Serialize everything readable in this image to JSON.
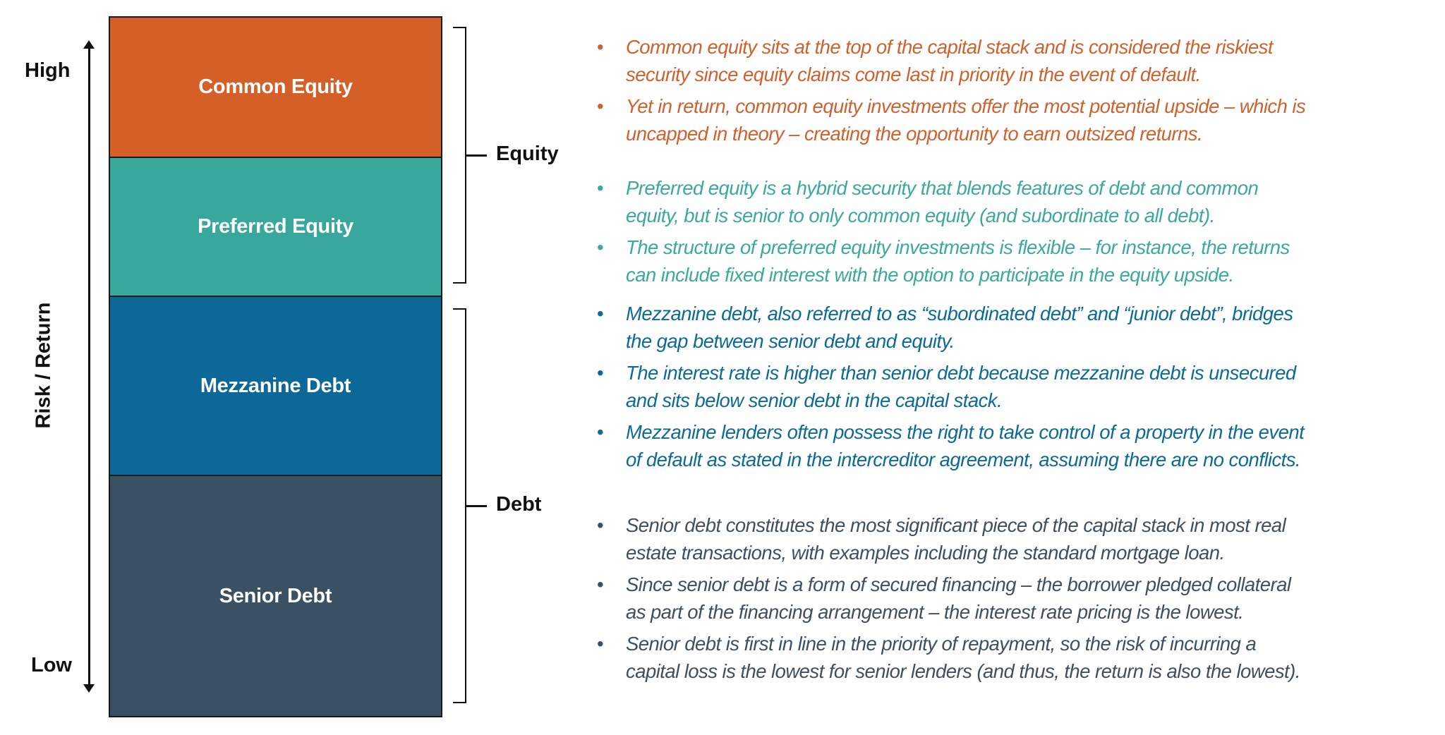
{
  "axis": {
    "title": "Risk / Return",
    "high_label": "High",
    "low_label": "Low"
  },
  "stack": {
    "layers": [
      {
        "label": "Common Equity",
        "color": "#D45F27"
      },
      {
        "label": "Preferred Equity",
        "color": "#38A89D"
      },
      {
        "label": "Mezzanine Debt",
        "color": "#0B6898"
      },
      {
        "label": "Senior Debt",
        "color": "#3A5063"
      }
    ]
  },
  "groups": {
    "equity": "Equity",
    "debt": "Debt"
  },
  "descriptions": {
    "bullet": "•",
    "common_equity": {
      "color": "#D0612D",
      "items": [
        [
          "Common equity sits at the top of the capital stack and is considered the riskiest",
          "security since equity claims come last in priority in the event of default."
        ],
        [
          "Yet in return, common equity investments offer the most potential upside – which is",
          "uncapped in theory – creating the opportunity to earn outsized returns."
        ]
      ]
    },
    "preferred_equity": {
      "color": "#3BA99C",
      "items": [
        [
          "Preferred equity is a hybrid security that blends features of debt and common",
          "equity, but is senior to only common equity (and subordinate to all debt)."
        ],
        [
          "The structure of preferred equity investments is flexible – for instance, the returns",
          "can include fixed interest with the option to participate in the equity upside."
        ]
      ]
    },
    "mezzanine_debt": {
      "color": "#0C6A96",
      "items": [
        [
          "Mezzanine debt, also referred to as “subordinated debt” and “junior debt”, bridges",
          "the gap between senior debt and equity."
        ],
        [
          "The interest rate is higher than senior debt because mezzanine debt is unsecured",
          "and sits below senior debt in the capital stack."
        ],
        [
          "Mezzanine lenders often possess the right to take control of a property in the event",
          "of default as stated in the intercreditor agreement, assuming there are no conflicts."
        ]
      ]
    },
    "senior_debt": {
      "color": "#3E4F60",
      "items": [
        [
          "Senior debt constitutes the most significant piece of the capital stack in most real",
          "estate transactions, with examples including the standard mortgage loan."
        ],
        [
          "Since senior debt is a form of secured financing – the borrower pledged collateral",
          "as part of the financing arrangement – the interest rate pricing is the lowest."
        ],
        [
          "Senior debt is first in line in the priority of repayment, so the risk of incurring a",
          "capital loss is the lowest for senior lenders (and thus, the return is also the lowest)."
        ]
      ]
    }
  }
}
